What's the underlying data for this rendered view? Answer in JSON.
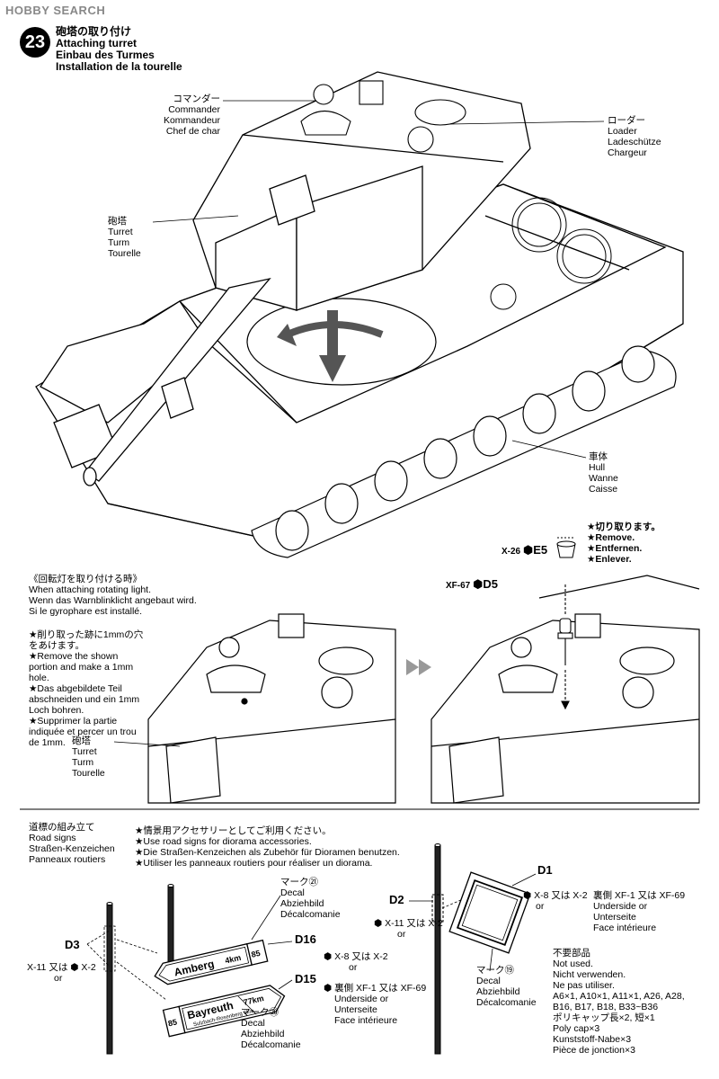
{
  "watermark": "HOBBY SEARCH",
  "step": {
    "number": "23",
    "title_lines": [
      "砲塔の取り付け",
      "Attaching turret",
      "Einbau des Turmes",
      "Installation de la tourelle"
    ]
  },
  "main_labels": {
    "commander": {
      "lines": [
        "コマンダー",
        "Commander",
        "Kommandeur",
        "Chef de char"
      ]
    },
    "loader": {
      "lines": [
        "ローダー",
        "Loader",
        "Ladeschütze",
        "Chargeur"
      ]
    },
    "turret": {
      "lines": [
        "砲塔",
        "Turret",
        "Turm",
        "Tourelle"
      ]
    },
    "hull": {
      "lines": [
        "車体",
        "Hull",
        "Wanne",
        "Caisse"
      ]
    }
  },
  "rotating_light": {
    "heading_lines": [
      "《回転灯を取り付ける時》",
      "When attaching rotating light.",
      "Wenn das Warnblinklicht angebaut wird.",
      "Si le gyrophare est installé."
    ],
    "drill_note_lines": [
      "★削り取った跡に1mmの穴をあけます。",
      "★Remove the shown portion and make a 1mm hole.",
      "★Das abgebildete Teil abschneiden und ein 1mm Loch bohren.",
      "★Supprimer la partie indiquée et percer un trou de 1mm."
    ],
    "turret_lines": [
      "砲塔",
      "Turret",
      "Turm",
      "Tourelle"
    ],
    "remove_note_lines": [
      "★切り取ります。",
      "★Remove.",
      "★Entfernen.",
      "★Enlever."
    ],
    "part_e5": {
      "paint": "X-26",
      "part": "⬢E5"
    },
    "part_d5": {
      "paint": "XF-67",
      "part": "⬢D5"
    }
  },
  "road_signs": {
    "heading_lines": [
      "道標の組み立て",
      "Road signs",
      "Straßen-Kenzeichen",
      "Panneaux routiers"
    ],
    "notes": [
      "★情景用アクセサリーとしてご利用ください。",
      "★Use road signs for diorama accessories.",
      "★Die Straßen-Kenzeichen als Zubehör für Dioramen benutzen.",
      "★Utiliser les panneaux routiers pour réaliser un diorama."
    ],
    "left": {
      "d3": "D3",
      "d3_paint_lines": [
        "X-11 又は ⬢ X-2",
        "or"
      ],
      "d16": "D16",
      "d15": "D15",
      "decal21_lines": [
        "マーク㉑",
        "Decal",
        "Abziehbild",
        "Décalcomanie"
      ],
      "d16_paint_lines": [
        "⬢ X-8 又は X-2",
        "or"
      ],
      "d15_paint_lines": [
        "⬢ 裏側 XF-1 又は XF-69",
        "Underside or",
        "Unterseite",
        "Face intérieure"
      ],
      "decal20_lines": [
        "マーク⑳",
        "Decal",
        "Abziehbild",
        "Décalcomanie"
      ],
      "sign_amberg": {
        "text": "Amberg",
        "dist": "4km",
        "route": "85"
      },
      "sign_bayreuth": {
        "route": "85",
        "text": "Bayreuth",
        "dist": "77km",
        "sub": "Sulzbach-Rosenberg 6km"
      }
    },
    "right": {
      "d1": "D1",
      "d2": "D2",
      "d1_paint_lines": [
        "⬢ X-8 又は X-2",
        "or"
      ],
      "d1_underside_lines": [
        "裏側 XF-1 又は XF-69",
        "Underside or",
        "Unterseite",
        "Face intérieure"
      ],
      "d2_paint_lines": [
        "⬢ X-11 又は X-2",
        "or"
      ],
      "decal19_lines": [
        "マーク⑲",
        "Decal",
        "Abziehbild",
        "Décalcomanie"
      ]
    },
    "not_used_lines": [
      "不要部品",
      "Not used.",
      "Nicht verwenden.",
      "Ne pas utiliser."
    ],
    "parts_lines": [
      "A6×1, A10×1, A11×1, A26, A28,",
      "B16, B17, B18, B33~B36",
      "ポリキャップ長×2, 短×1",
      "Poly cap×3",
      "Kunststoff-Nabe×3",
      "Pièce de jonction×3"
    ]
  }
}
